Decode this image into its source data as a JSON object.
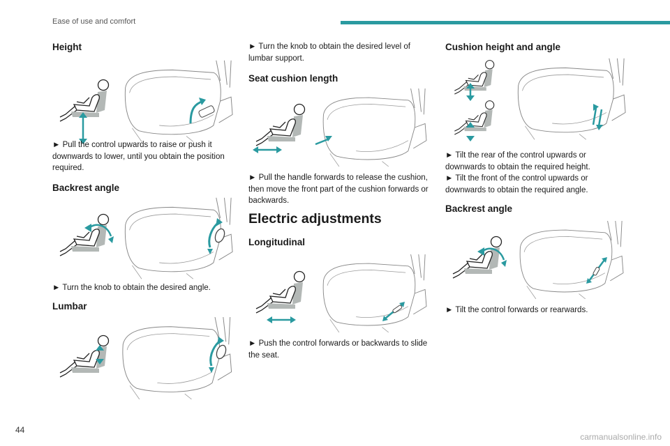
{
  "header": {
    "section": "Ease of use and comfort"
  },
  "page_number": "44",
  "watermark": "carmanualsonline.info",
  "columns": {
    "col1": {
      "height": {
        "title": "Height",
        "text": "► Pull the control upwards to raise or push it downwards to lower, until you obtain the position required."
      },
      "backrest": {
        "title": "Backrest angle",
        "text": "► Turn the knob to obtain the desired angle."
      },
      "lumbar": {
        "title": "Lumbar"
      }
    },
    "col2": {
      "lumbar_text": "► Turn the knob to obtain the desired level of lumbar support.",
      "cushion_length": {
        "title": "Seat cushion length",
        "text": "► Pull the handle forwards to release the cushion, then move the front part of the cushion forwards or backwards."
      },
      "electric": {
        "title": "Electric adjustments"
      },
      "longitudinal": {
        "title": "Longitudinal",
        "text": "► Push the control forwards or backwards to slide the seat."
      }
    },
    "col3": {
      "cushion_height": {
        "title": "Cushion height and angle",
        "text1": "► Tilt the rear of the control upwards or downwards to obtain the required height.",
        "text2": "► Tilt the front of the control upwards or downwards to obtain the required angle."
      },
      "backrest": {
        "title": "Backrest angle",
        "text": "► Tilt the control forwards or rearwards."
      }
    }
  },
  "colors": {
    "accent": "#2a9aa0",
    "seat_gray": "#b3b8b6",
    "line": "#777777"
  }
}
